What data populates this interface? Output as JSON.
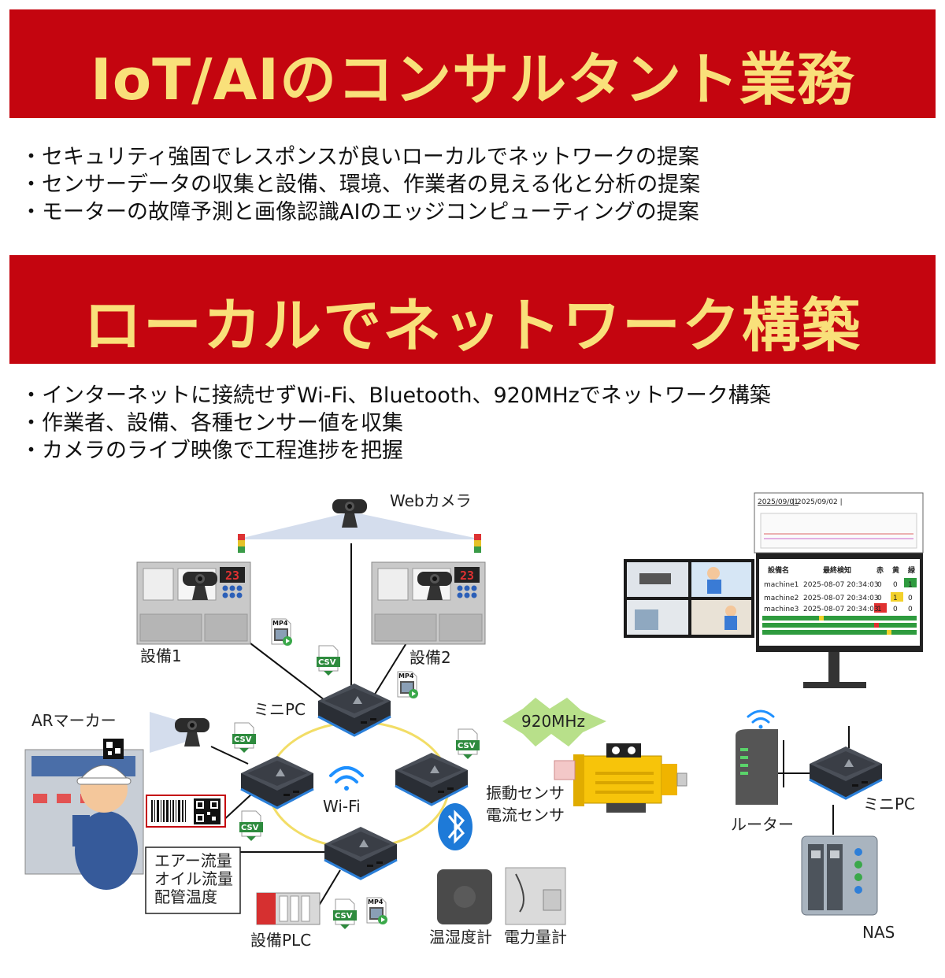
{
  "headings": {
    "consulting": "IoT/AIのコンサルタント業務",
    "network": "ローカルでネットワーク構築"
  },
  "consulting_points": [
    "セキュリティ強固でレスポンスが良いローカルでネットワークの提案",
    "センサーデータの収集と設備、環境、作業者の見える化と分析の提案",
    "モーターの故障予測と画像認識AIのエッジコンピューティングの提案"
  ],
  "network_points": [
    "インターネットに接続せずWi-Fi、Bluetooth、920MHzでネットワーク構築",
    "作業者、設備、各種センサー値を収集",
    "カメラのライブ映像で工程進捗を把握"
  ],
  "diagram": {
    "web_camera": "Webカメラ",
    "equipment1": "設備1",
    "equipment2": "設備2",
    "equipment_display": "23",
    "mini_pc": "ミニPC",
    "ar_marker": "ARマーカー",
    "wifi": "Wi-Fi",
    "band_920": "920MHz",
    "vibration_sensor": "振動センサ",
    "current_sensor": "電流センサ",
    "router": "ルーター",
    "mini_pc_right": "ミニPC",
    "nas": "NAS",
    "air_flow": "エアー流量",
    "oil_flow": "オイル流量",
    "pipe_temp": "配管温度",
    "plc": "設備PLC",
    "thermo_hygrometer": "温湿度計",
    "power_meter": "電力量計",
    "csv": "CSV",
    "mp4": "MP4"
  },
  "dashboard": {
    "date_link": "2025/09/01",
    "date_other": "| 2025/09/02 |",
    "headers": [
      "設備名",
      "最終検知",
      "赤",
      "黄",
      "緑"
    ],
    "rows": [
      [
        "machine1",
        "2025-08-07 20:34:03",
        "0",
        "0",
        "1"
      ],
      [
        "machine2",
        "2025-08-07 20:34:03",
        "0",
        "1",
        "0"
      ],
      [
        "machine3",
        "2025-08-07 20:34:03",
        "1",
        "0",
        "0"
      ]
    ]
  },
  "colors": {
    "banner_red": "#c4050f",
    "banner_text": "#f9e07a"
  }
}
